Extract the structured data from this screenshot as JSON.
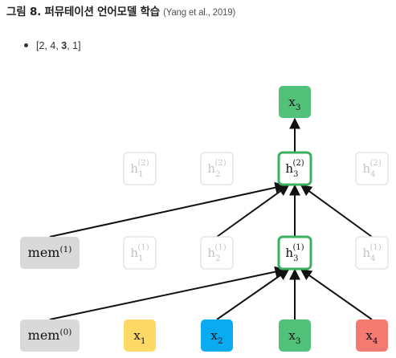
{
  "caption": {
    "title": "그림 8. 퍼뮤테이션 언어모델 학습",
    "reference": "(Yang et al., 2019)"
  },
  "bullet": {
    "open": "[",
    "pre": "2, 4, ",
    "highlight": "3",
    "post": ", 1",
    "close": "]"
  },
  "diagram": {
    "colors": {
      "gray": "#d9d9d9",
      "yellow": "#ffd966",
      "blue": "#0aabf0",
      "green": "#52c27a",
      "red": "#f47a72",
      "active_border": "#3db060",
      "faded_border": "#e5e5e5",
      "faded_text": "#c4c4c4",
      "arrow": "#111111"
    },
    "inputs": [
      {
        "base": "x",
        "sub": "1",
        "color": "yellow"
      },
      {
        "base": "x",
        "sub": "2",
        "color": "blue"
      },
      {
        "base": "x",
        "sub": "3",
        "color": "green"
      },
      {
        "base": "x",
        "sub": "4",
        "color": "red"
      }
    ],
    "mem0": {
      "base": "mem",
      "sup": "(0)"
    },
    "mem1": {
      "base": "mem",
      "sup": "(1)"
    },
    "layer1": [
      {
        "base": "h",
        "sub": "1",
        "sup": "(1)",
        "active": false
      },
      {
        "base": "h",
        "sub": "2",
        "sup": "(1)",
        "active": false
      },
      {
        "base": "h",
        "sub": "3",
        "sup": "(1)",
        "active": true
      },
      {
        "base": "h",
        "sub": "4",
        "sup": "(1)",
        "active": false
      }
    ],
    "layer2": [
      {
        "base": "h",
        "sub": "1",
        "sup": "(2)",
        "active": false
      },
      {
        "base": "h",
        "sub": "2",
        "sup": "(2)",
        "active": false
      },
      {
        "base": "h",
        "sub": "3",
        "sup": "(2)",
        "active": true
      },
      {
        "base": "h",
        "sub": "4",
        "sup": "(2)",
        "active": false
      }
    ],
    "output": {
      "base": "x",
      "sub": "3",
      "color": "green"
    }
  }
}
